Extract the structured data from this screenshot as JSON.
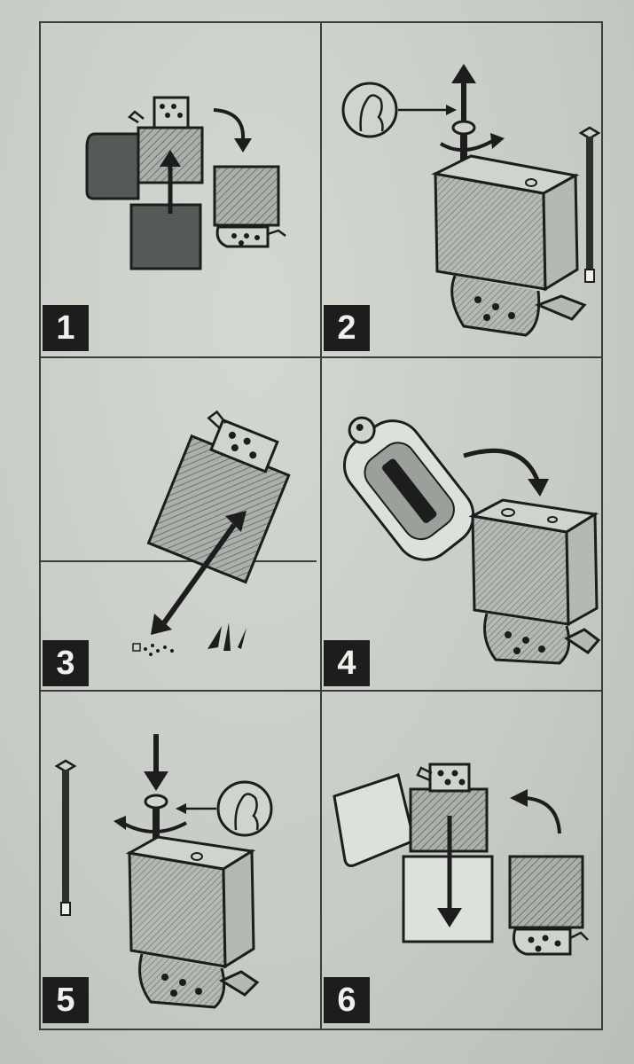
{
  "steps": [
    {
      "number": "1"
    },
    {
      "number": "2"
    },
    {
      "number": "3"
    },
    {
      "number": "4"
    },
    {
      "number": "5"
    },
    {
      "number": "6"
    }
  ],
  "colors": {
    "ink": "#1c1d1c",
    "panel_bg": "#cfd4cd",
    "case_dark": "#555a56",
    "insert_hatch": "#9aa19b"
  },
  "icons": [
    "lighter-case-icon",
    "insert-icon",
    "coin-icon",
    "flint-icon",
    "fluid-can-icon",
    "arrow-icon"
  ]
}
